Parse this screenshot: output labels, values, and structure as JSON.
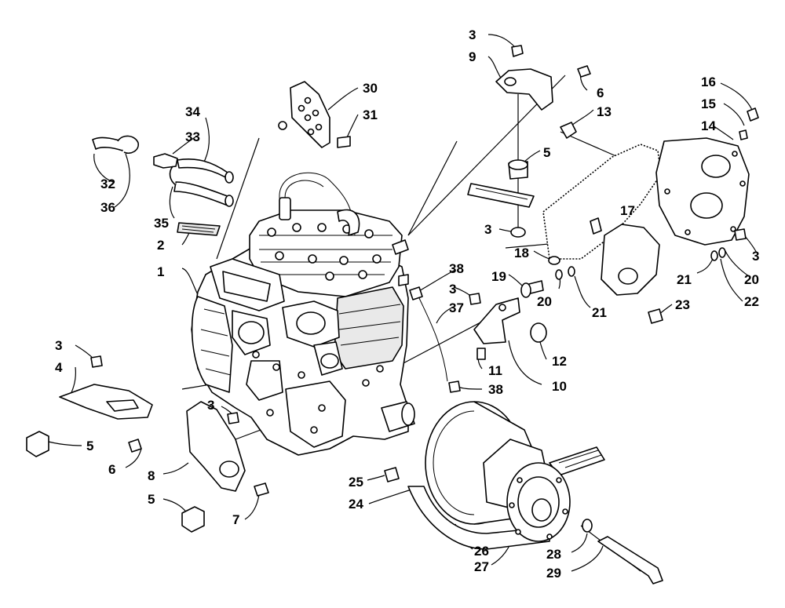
{
  "labels": {
    "l1": "1",
    "l2": "2",
    "l3a": "3",
    "l3b": "3",
    "l3c": "3",
    "l3d": "3",
    "l3e": "3",
    "l3f": "3",
    "l4": "4",
    "l5a": "5",
    "l5b": "5",
    "l5c": "5",
    "l6a": "6",
    "l6b": "6",
    "l7": "7",
    "l8": "8",
    "l9": "9",
    "l10": "10",
    "l11": "11",
    "l12": "12",
    "l13": "13",
    "l14": "14",
    "l15": "15",
    "l16": "16",
    "l17": "17",
    "l18": "18",
    "l19": "19",
    "l20a": "20",
    "l20b": "20",
    "l21a": "21",
    "l21b": "21",
    "l22": "22",
    "l23": "23",
    "l24": "24",
    "l25": "25",
    "l26": "26",
    "l27": "27",
    "l28": "28",
    "l29": "29",
    "l30": "30",
    "l31": "31",
    "l32": "32",
    "l33": "33",
    "l34": "34",
    "l35": "35",
    "l36": "36",
    "l37": "37",
    "l38a": "38",
    "l38b": "38"
  },
  "colors": {
    "ink": "#000000",
    "paper": "#ffffff",
    "shade": "#e9e9e9"
  }
}
